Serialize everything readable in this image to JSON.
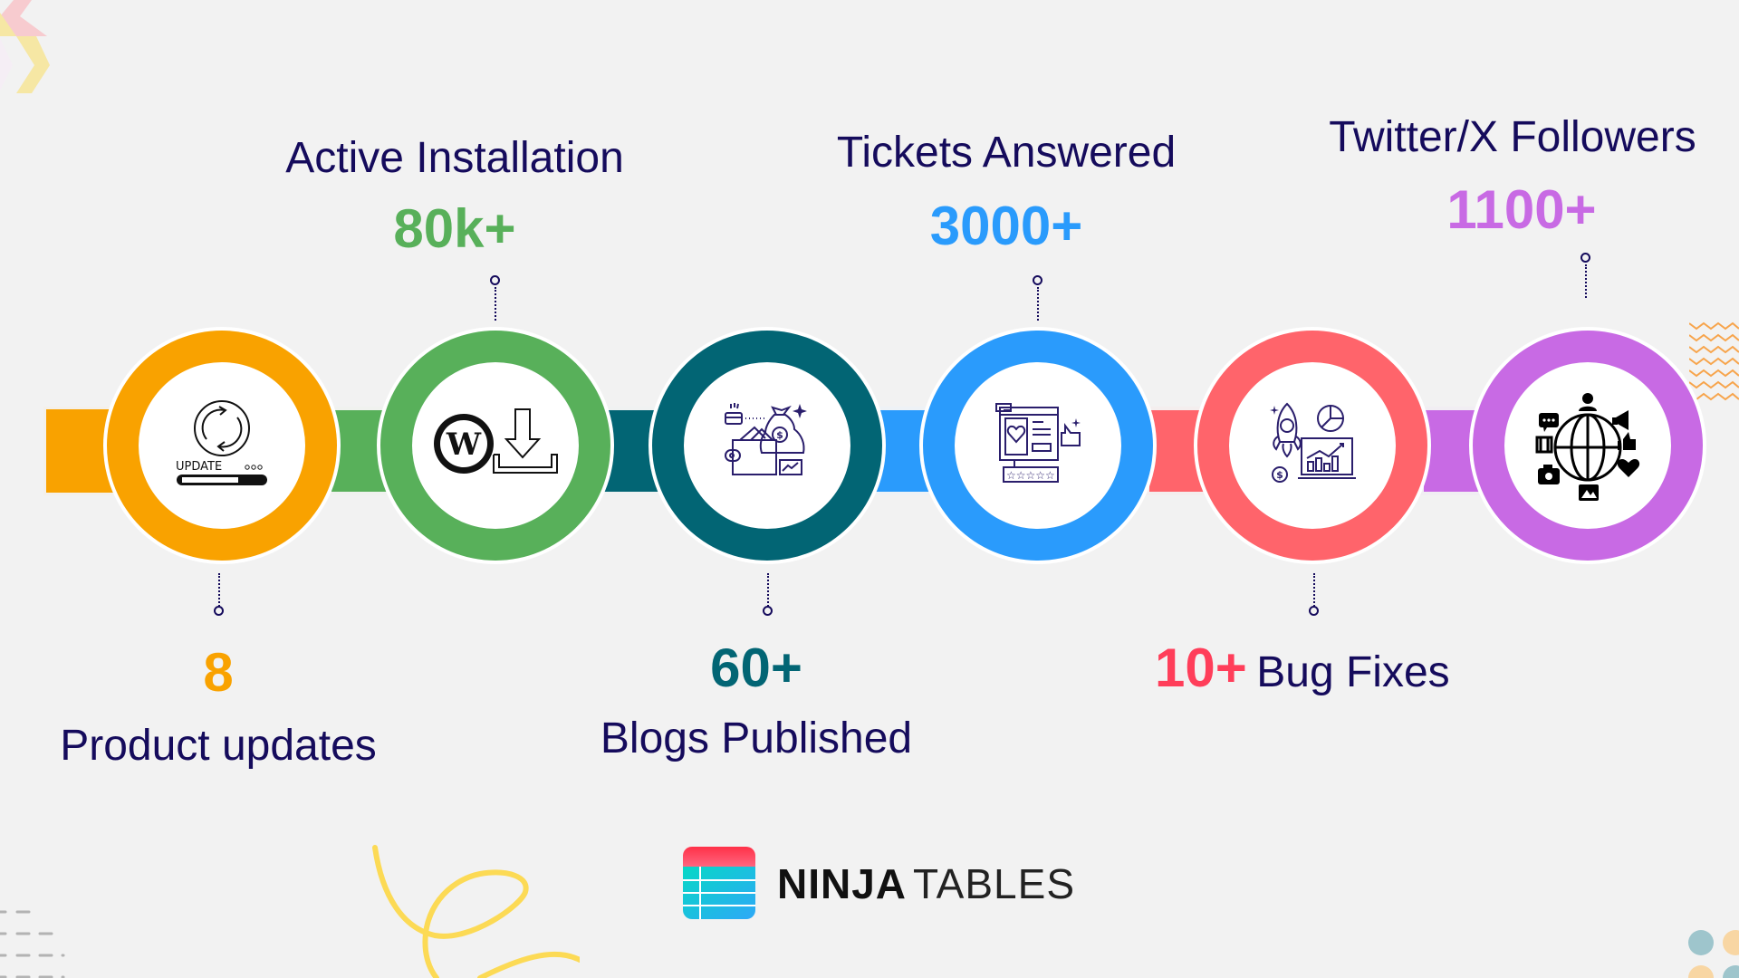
{
  "colors": {
    "background": "#f2f2f2",
    "label_text": "#150b5c",
    "orange": "#f9a200",
    "green": "#58b05a",
    "teal": "#026574",
    "blue": "#2a9bfc",
    "coral": "#ff646b",
    "purple": "#c86ae4",
    "coral_value": "#ff3e5a"
  },
  "stats": [
    {
      "value": "8",
      "label": "Product updates",
      "icon": "update-progress-icon",
      "color": "#f9a200",
      "position": "below"
    },
    {
      "value": "80k+",
      "label": "Active Installation",
      "icon": "wordpress-download-icon",
      "color": "#58b05a",
      "position": "above"
    },
    {
      "value": "60+",
      "label": "Blogs Published",
      "icon": "wallet-money-bag-icon",
      "color": "#026574",
      "position": "below"
    },
    {
      "value": "3000+",
      "label": "Tickets Answered",
      "icon": "feedback-rating-icon",
      "color": "#2a9bfc",
      "position": "above"
    },
    {
      "value": "10+",
      "label": "Bug Fixes",
      "icon": "rocket-growth-icon",
      "color": "#ff3e5a",
      "position": "below"
    },
    {
      "value": "1100+",
      "label": "Twitter/X Followers",
      "icon": "social-globe-icon",
      "color": "#c86ae4",
      "position": "above"
    }
  ],
  "icons": {
    "update_text": "UPDATE",
    "update_dots": "ooo"
  },
  "logo": {
    "bold": "NINJA",
    "light": "TABLES"
  }
}
